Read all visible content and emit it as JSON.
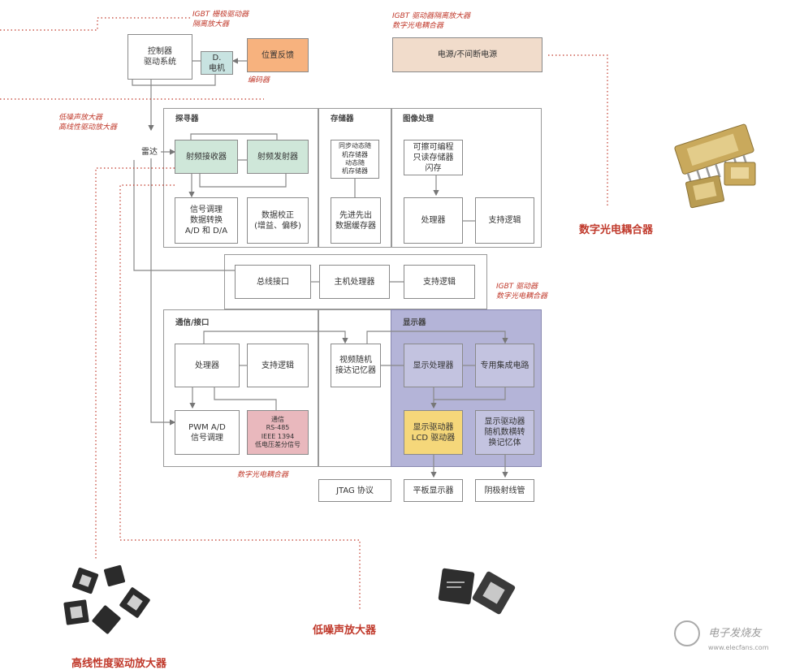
{
  "notes": {
    "igbt_gate": "IGBT 栅极驱动器\n隔离放大器",
    "igbt_iso": "IGBT 驱动器隔离放大器\n数字光电耦合器",
    "encoder": "编码器",
    "lna_top": "低噪声放大器\n高线性驱动放大器",
    "igbt_drv": "IGBT 驱动器\n数字光电耦合器",
    "opto_bottom": "数字光电耦合器"
  },
  "products": {
    "opto": "数字光电耦合器",
    "lna": "低噪声放大器",
    "hld": "高线性度驱动放大器"
  },
  "blocks": {
    "controller": "控制器\n驱动系统",
    "motor": "D.\n电机",
    "position": "位置反馈",
    "power": "电源/不间断电源",
    "radar": "雷达",
    "rf_rx": "射频接收器",
    "rf_tx": "射频发射器",
    "sig_cond": "信号调理\n数据转换\nA/D 和 D/A",
    "data_cal": "数据校正\n(增益、偏移)",
    "mem_small": "同步动态随\n机存储器\n动态随\n机存储器",
    "fifo": "先进先出\n数据缓存器",
    "eprom": "可擦可编程\n只读存储器\n闪存",
    "img_proc": "处理器",
    "img_logic": "支持逻辑",
    "bus_if": "总线接口",
    "host_proc": "主机处理器",
    "host_logic": "支持逻辑",
    "comm_proc": "处理器",
    "comm_logic": "支持逻辑",
    "vram": "视频随机\n接达记忆器",
    "disp_proc": "显示处理器",
    "asic": "专用集成电路",
    "pwm": "PWM A/D\n信号调理",
    "comm_std": "通信\nRS-485\nIEEE 1394\n低电压差分信号",
    "lcd_drv": "显示驱动器\nLCD 驱动器",
    "disp_ram": "显示驱动器\n随机数横转\n换记忆体",
    "jtag": "JTAG 协议",
    "flat": "平板显示器",
    "crt": "阴极射线管"
  },
  "sections": {
    "seeker": "探寻器",
    "storage": "存储器",
    "image": "图像处理",
    "comm": "通信/接口",
    "display": "显示器"
  },
  "watermark": {
    "brand": "电子发烧友",
    "url": "www.elecfans.com"
  },
  "colors": {
    "note_red": "#c0392b",
    "green": "#cfe7d9",
    "orange": "#f7b27e",
    "display_region": "#b4b4d8",
    "yellow": "#f5d77a",
    "pink": "#e9b8bd"
  }
}
